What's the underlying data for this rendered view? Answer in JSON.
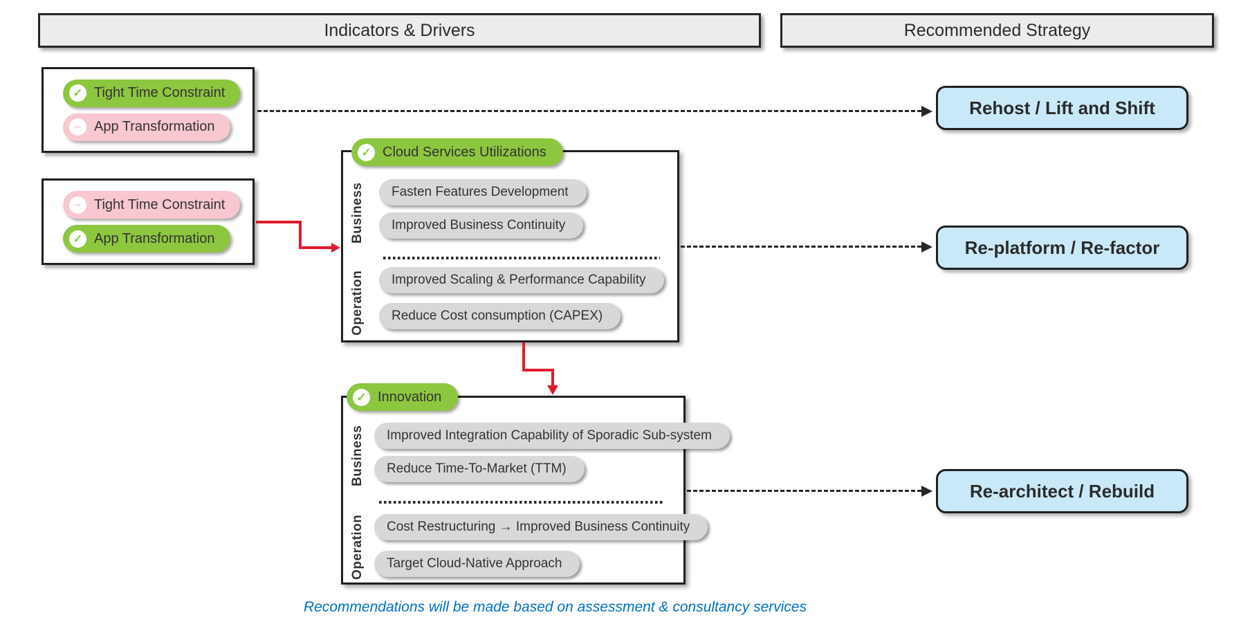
{
  "header": {
    "indicators": "Indicators & Drivers",
    "strategy": "Recommended Strategy"
  },
  "icons": {
    "check": "✓",
    "minus": "−"
  },
  "indicator_boxes": {
    "box1": {
      "pill1": {
        "label": "Tight Time Constraint",
        "state": "yes"
      },
      "pill2": {
        "label": "App Transformation",
        "state": "no"
      }
    },
    "box2": {
      "pill1": {
        "label": "Tight Time Constraint",
        "state": "no"
      },
      "pill2": {
        "label": "App Transformation",
        "state": "yes"
      }
    }
  },
  "driver_boxes": {
    "cloud": {
      "title": "Cloud Services Utilizations",
      "business_label": "Business",
      "operation_label": "Operation",
      "business_items": [
        "Fasten Features Development",
        "Improved Business Continuity"
      ],
      "operation_items": [
        "Improved Scaling & Performance Capability",
        "Reduce Cost consumption (CAPEX)"
      ]
    },
    "innovation": {
      "title": "Innovation",
      "business_label": "Business",
      "operation_label": "Operation",
      "business_items": [
        "Improved Integration Capability of Sporadic Sub-system",
        "Reduce Time-To-Market (TTM)"
      ],
      "operation_items": [
        "Cost Restructuring → Improved Business Continuity",
        "Target Cloud-Native Approach"
      ]
    }
  },
  "strategies": {
    "rehost": "Rehost / Lift and Shift",
    "replatform": "Re-platform / Re-factor",
    "rearchitect": "Re-architect / Rebuild"
  },
  "footnote": "Recommendations will be made based on assessment & consultancy services",
  "colors": {
    "green": "#8DC63F",
    "pink": "#F8C7D0",
    "blue-box": "#C9E9F8",
    "red-arrow": "#E2192C",
    "gray-pill": "#D8D8D8",
    "header-bg": "#ECECEC",
    "line-dark": "#262626",
    "footnote-blue": "#0070C0",
    "text-dark": "#333333"
  }
}
